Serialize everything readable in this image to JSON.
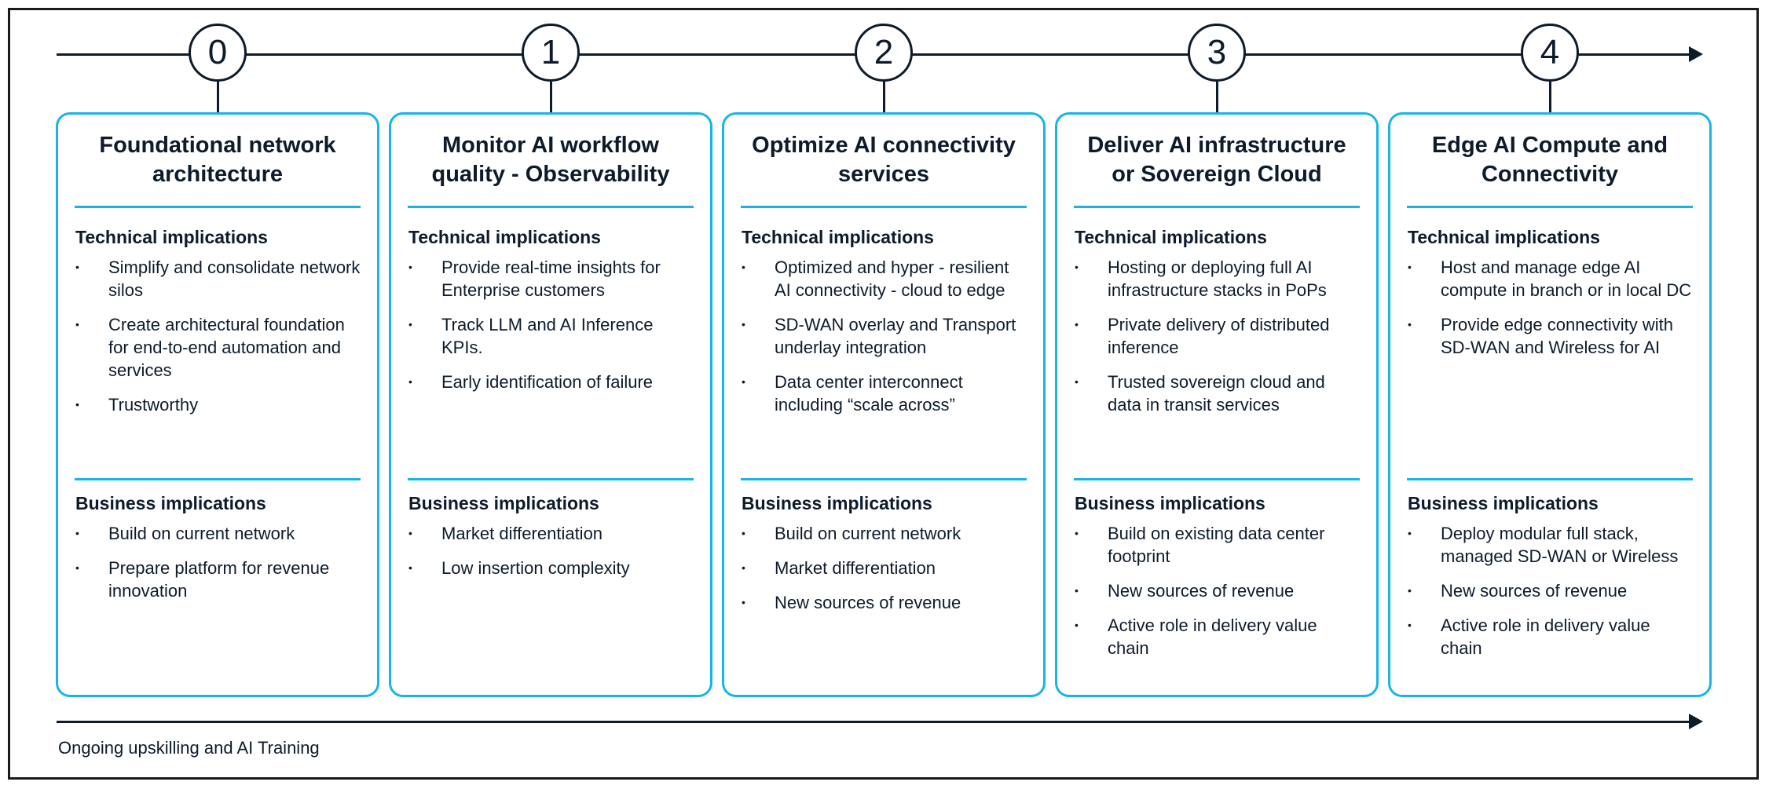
{
  "steps": [
    {
      "number": "0",
      "title": "Foundational network architecture",
      "technical_title": "Technical implications",
      "technical": [
        "Simplify and consolidate network silos",
        "Create architectural foundation for end-to-end automation and services",
        "Trustworthy"
      ],
      "business_title": "Business implications",
      "business": [
        "Build on current network",
        "Prepare platform for revenue innovation"
      ]
    },
    {
      "number": "1",
      "title": "Monitor AI workflow quality - Observability",
      "technical_title": "Technical implications",
      "technical": [
        "Provide real-time insights for Enterprise customers",
        "Track LLM and AI Inference KPIs.",
        "Early identification of failure"
      ],
      "business_title": "Business implications",
      "business": [
        "Market differentiation",
        "Low insertion complexity"
      ]
    },
    {
      "number": "2",
      "title": "Optimize AI connectivity services",
      "technical_title": "Technical implications",
      "technical": [
        "Optimized and hyper - resilient AI connectivity - cloud to edge",
        "SD-WAN overlay and Transport underlay integration",
        "Data center interconnect including “scale across”"
      ],
      "business_title": "Business implications",
      "business": [
        "Build on current network",
        "Market differentiation",
        "New sources of revenue"
      ]
    },
    {
      "number": "3",
      "title": "Deliver AI infrastructure or Sovereign Cloud",
      "technical_title": "Technical implications",
      "technical": [
        "Hosting or deploying full AI infrastructure stacks in PoPs",
        "Private delivery of distributed inference",
        "Trusted sovereign cloud and data in transit services"
      ],
      "business_title": "Business implications",
      "business": [
        "Build on existing data center footprint",
        "New sources of revenue",
        "Active role in delivery value chain"
      ]
    },
    {
      "number": "4",
      "title": "Edge AI Compute and Connectivity",
      "technical_title": "Technical implications",
      "technical": [
        "Host and manage edge AI compute in branch or in local DC",
        "Provide edge connectivity with SD-WAN and Wireless for AI"
      ],
      "business_title": "Business implications",
      "business": [
        "Deploy modular full stack, managed SD-WAN or Wireless",
        "New sources of revenue",
        "Active role in delivery value chain"
      ]
    }
  ],
  "footer": {
    "label": "Ongoing upskilling and AI Training"
  },
  "colors": {
    "accent": "#18b4e9",
    "ink": "#0d1b2a"
  }
}
